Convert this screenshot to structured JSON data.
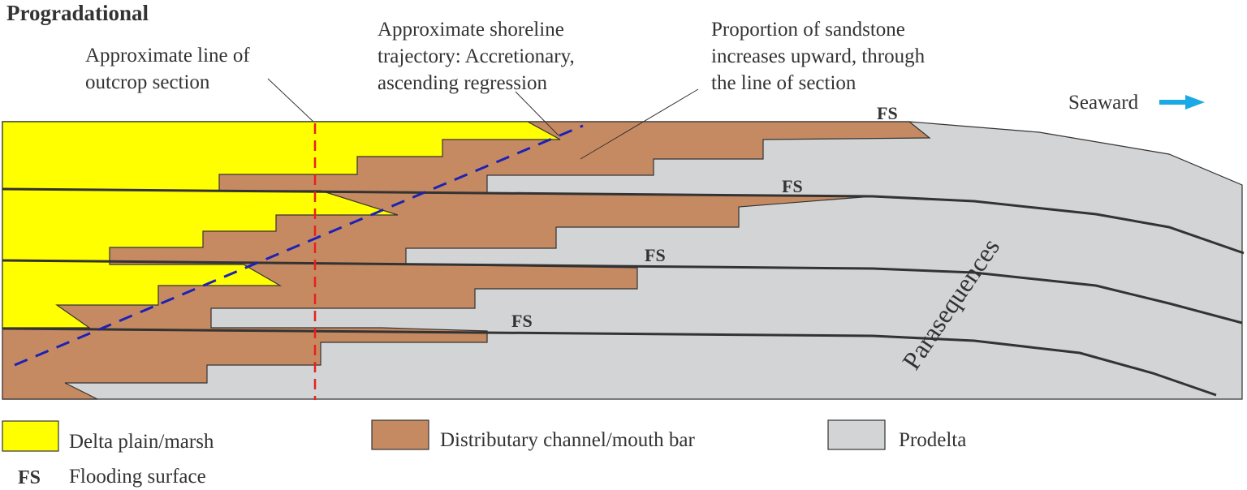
{
  "title": "Progradational",
  "annotations": {
    "outcrop_line": [
      "Approximate line of",
      "outcrop section"
    ],
    "shoreline": [
      "Approximate shoreline",
      "trajectory: Accretionary,",
      "ascending regression"
    ],
    "sandstone": [
      "Proportion of sandstone",
      "increases upward, through",
      "the line of section"
    ],
    "seaward": "Seaward",
    "parasequences": "Parasequences"
  },
  "flooding_surface_label": "FS",
  "legend": {
    "delta_plain": "Delta plain/marsh",
    "channel": "Distributary channel/mouth bar",
    "prodelta": "Prodelta",
    "fs_abbr": "FS",
    "fs_label": "Flooding surface"
  },
  "colors": {
    "delta_plain": "#ffff00",
    "channel": "#c68a62",
    "prodelta": "#d3d4d6",
    "outline": "#333333",
    "outcrop_line": "#e8211f",
    "shoreline_trajectory": "#1c22b4",
    "seaward_arrow": "#1ba9e6"
  }
}
